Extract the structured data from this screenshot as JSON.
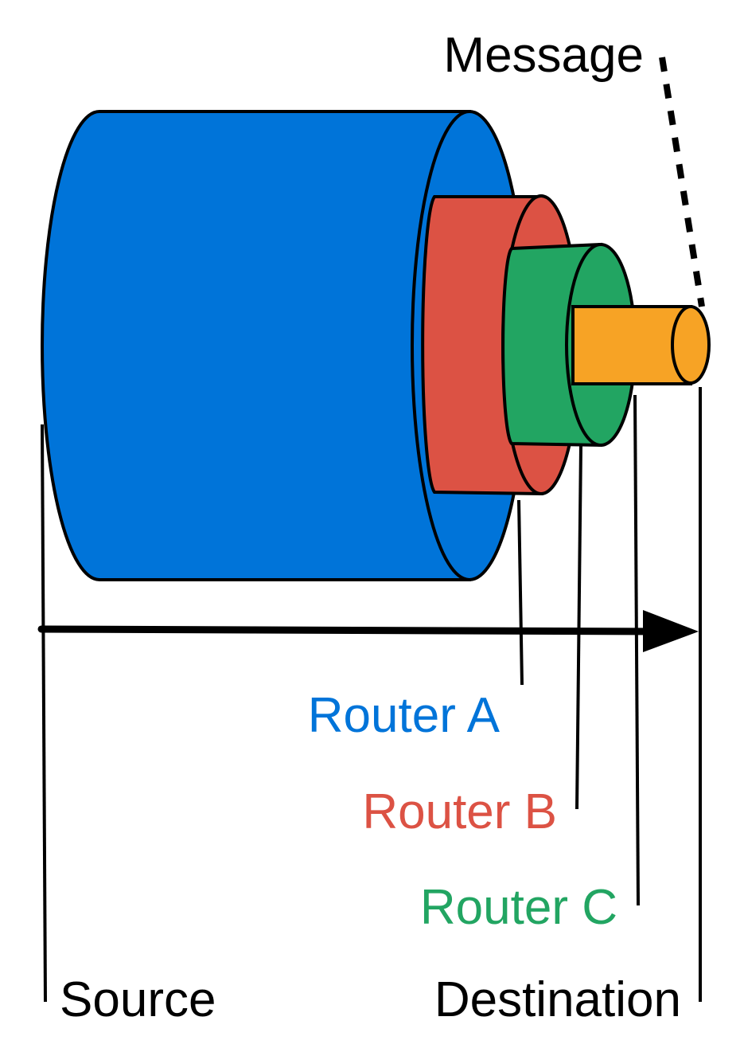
{
  "labels": {
    "message": "Message",
    "router_a": "Router A",
    "router_b": "Router B",
    "router_c": "Router C",
    "source": "Source",
    "destination": "Destination"
  },
  "colors": {
    "router_a": "#0074D9",
    "router_b": "#DC5244",
    "router_c": "#22A562",
    "message": "#F7A325",
    "outline": "#000000",
    "label_text": "#000000"
  }
}
